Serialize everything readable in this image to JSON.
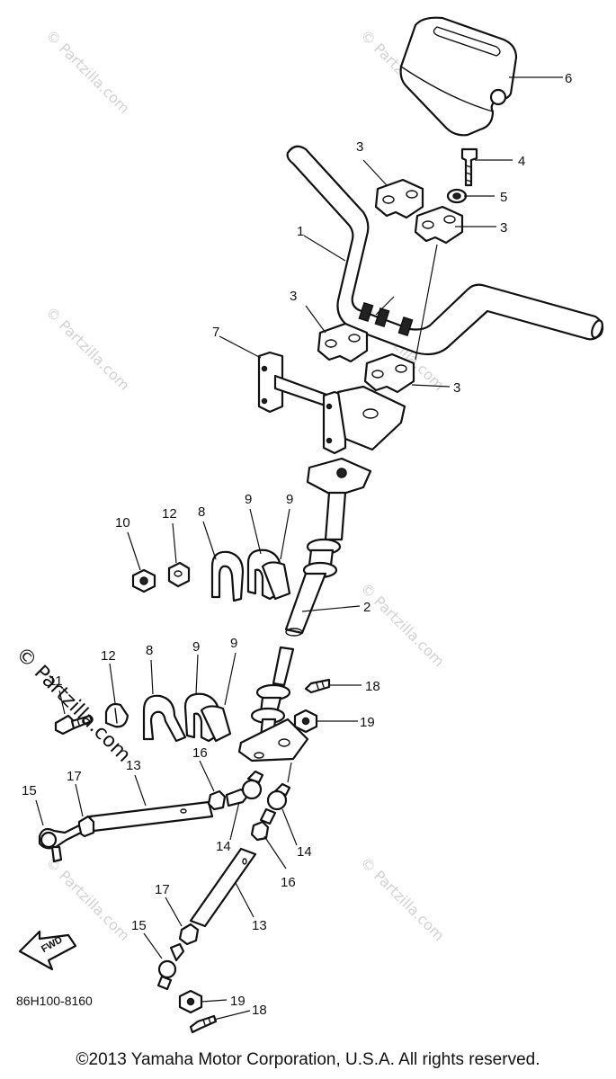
{
  "diagram": {
    "title": "",
    "reference_code": "86H100-8160",
    "copyright": "©2013 Yamaha Motor Corporation, U.S.A. All rights reserved.",
    "fwd_label": "FWD",
    "watermark_text": "© Partzilla.com",
    "watermark_primary": "© Partzilla.com",
    "callouts": {
      "c1": "1",
      "c2": "2",
      "c3a": "3",
      "c3b": "3",
      "c3c": "3",
      "c3d": "3",
      "c4": "4",
      "c5": "5",
      "c6": "6",
      "c7": "7",
      "c8a": "8",
      "c8b": "8",
      "c9a": "9",
      "c9b": "9",
      "c9c": "9",
      "c9d": "9",
      "c10": "10",
      "c11": "11",
      "c12a": "12",
      "c12b": "12",
      "c13a": "13",
      "c13b": "13",
      "c14a": "14",
      "c14b": "14",
      "c15a": "15",
      "c15b": "15",
      "c16a": "16",
      "c16b": "16",
      "c17a": "17",
      "c17b": "17",
      "c18a": "18",
      "c18b": "18",
      "c19a": "19",
      "c19b": "19"
    }
  }
}
